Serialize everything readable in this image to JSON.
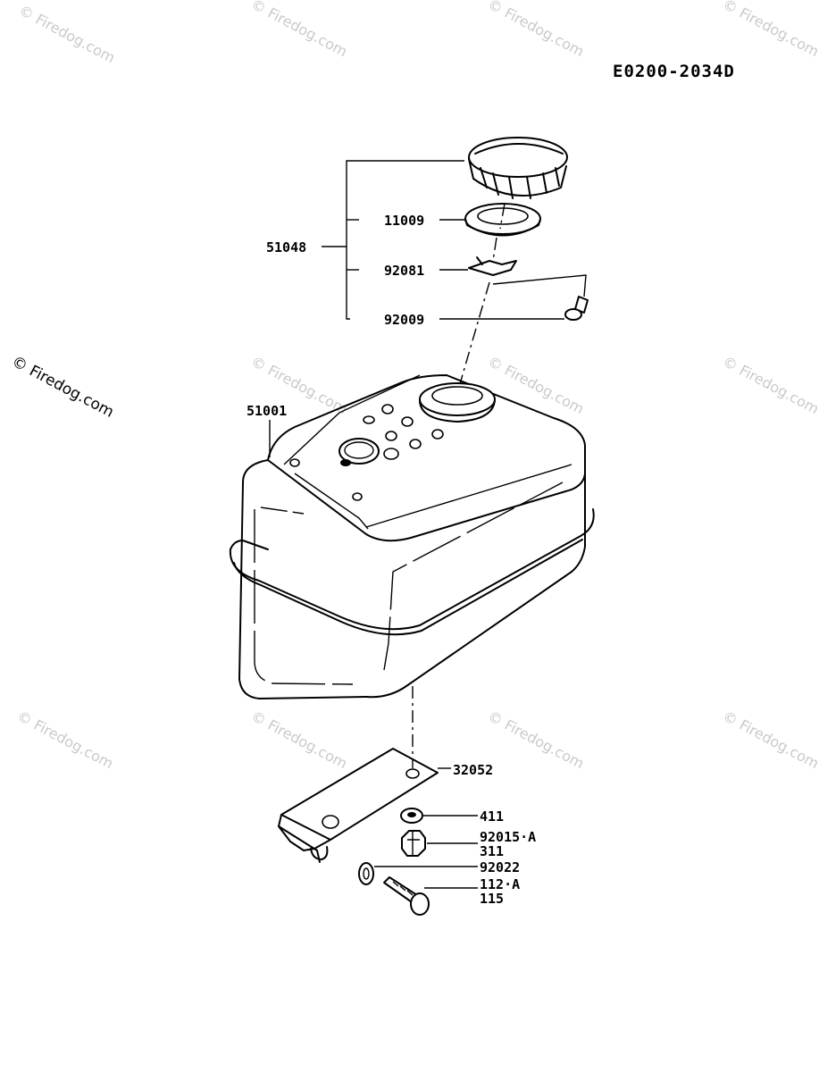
{
  "diagram_code": "E0200-2034D",
  "watermark_text": "© Firedog.com",
  "parts": {
    "cap_assembly": "51048",
    "gasket": "11009",
    "retainer": "92081",
    "screw": "92009",
    "fuel_tank": "51001",
    "bracket": "32052",
    "washer": "411",
    "nut_a": "92015·A",
    "nut_b": "311",
    "ring_washer": "92022",
    "bolt_a": "112·A",
    "bolt_b": "115"
  }
}
